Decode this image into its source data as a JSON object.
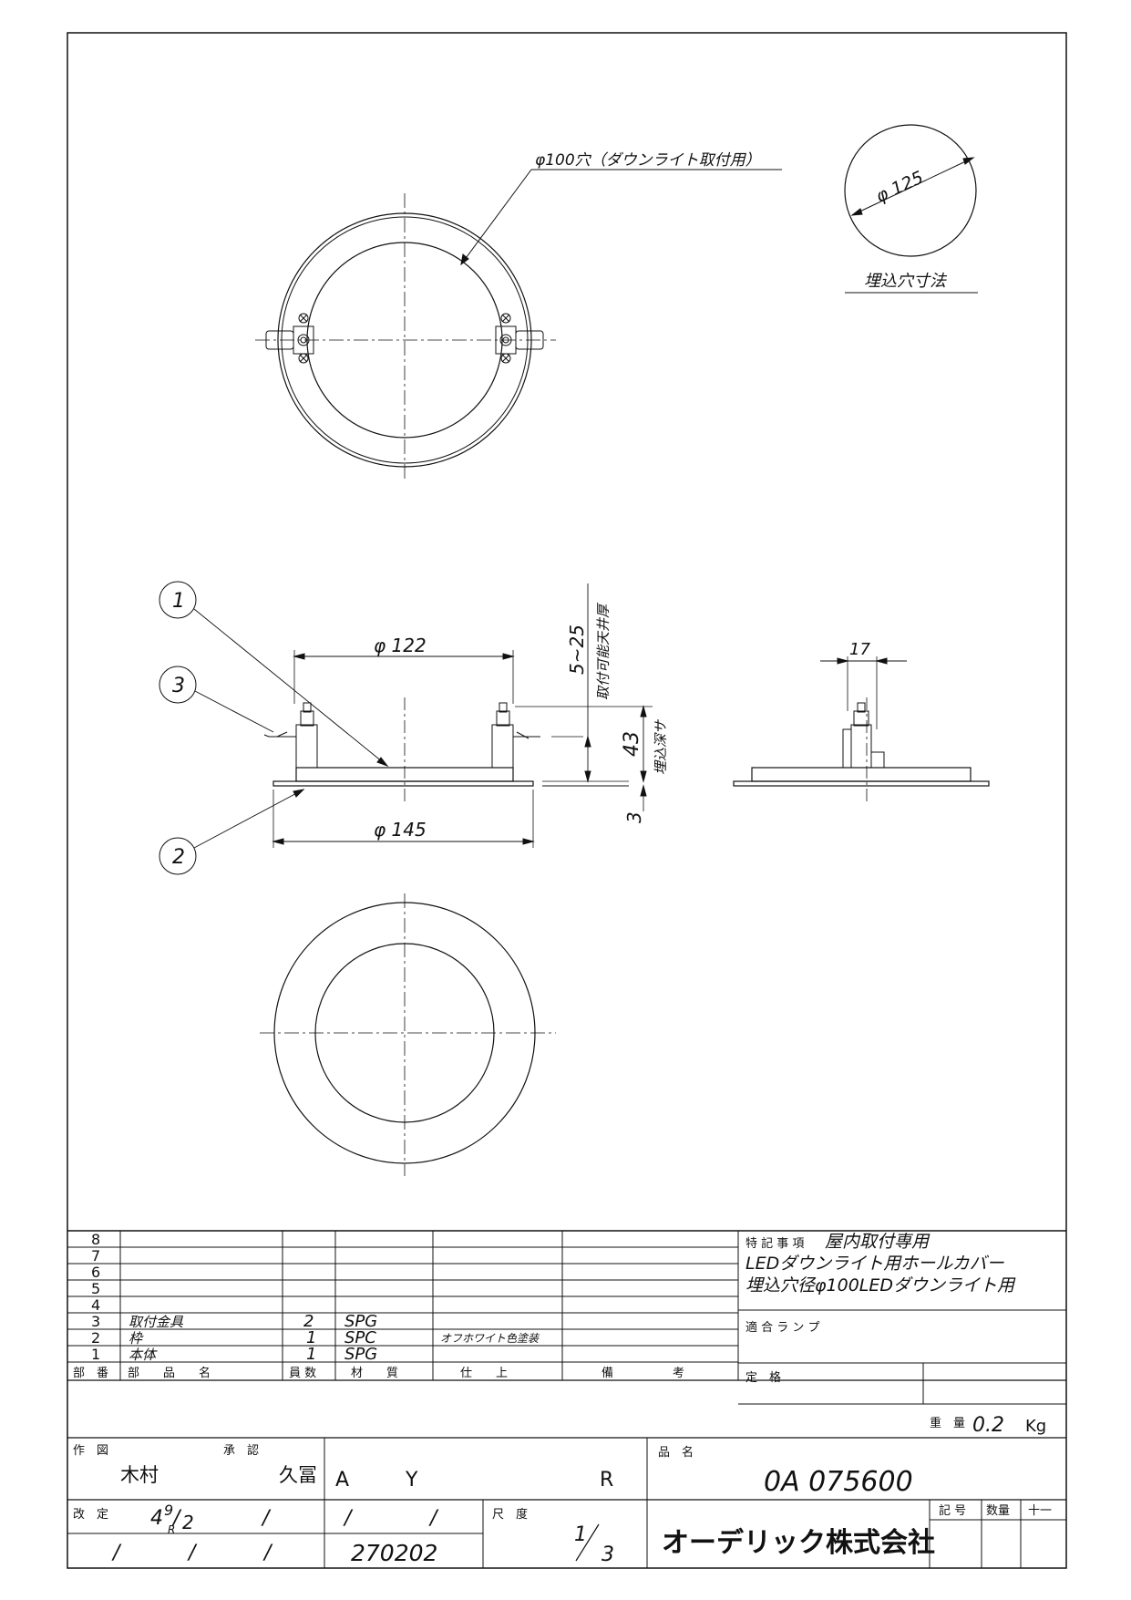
{
  "drawing": {
    "hole_label": "φ100穴（ダウンライト取付用）",
    "cutout_diameter": "φ 125",
    "cutout_title": "埋込穴寸法",
    "dim_122": "φ 122",
    "dim_145": "φ 145",
    "dim_5_25": "5~25",
    "dim_ceiling": "取付可能天井厚",
    "dim_43": "43",
    "dim_depth": "埋込深サ",
    "dim_3": "3",
    "dim_17": "17",
    "balloon_1": "1",
    "balloon_2": "2",
    "balloon_3": "3"
  },
  "parts_table": {
    "rows": [
      {
        "no": "8",
        "name": "",
        "qty": "",
        "material": "",
        "finish": "",
        "note": ""
      },
      {
        "no": "7",
        "name": "",
        "qty": "",
        "material": "",
        "finish": "",
        "note": ""
      },
      {
        "no": "6",
        "name": "",
        "qty": "",
        "material": "",
        "finish": "",
        "note": ""
      },
      {
        "no": "5",
        "name": "",
        "qty": "",
        "material": "",
        "finish": "",
        "note": ""
      },
      {
        "no": "4",
        "name": "",
        "qty": "",
        "material": "",
        "finish": "",
        "note": ""
      },
      {
        "no": "3",
        "name": "取付金具",
        "qty": "2",
        "material": "SPG",
        "finish": "",
        "note": ""
      },
      {
        "no": "2",
        "name": "枠",
        "qty": "1",
        "material": "SPC",
        "finish": "オフホワイト色塗装",
        "note": ""
      },
      {
        "no": "1",
        "name": "本体",
        "qty": "1",
        "material": "SPG",
        "finish": "",
        "note": ""
      }
    ],
    "headers": {
      "no": "部　番",
      "name": "部　　品　　名",
      "qty": "員 数",
      "material": "材　　質",
      "finish": "仕　　上",
      "note": "備　　　　　考"
    }
  },
  "specs": {
    "remarks_label": "特 記 事 項",
    "remarks_1": "屋内取付専用",
    "remarks_2": "LEDダウンライト用ホールカバー",
    "remarks_3": "埋込穴径φ100LEDダウンライト用",
    "lamp_label": "適 合 ラ ン プ",
    "rating_label": "定　格",
    "weight_label": "重　量",
    "weight_value": "0.2",
    "weight_unit": "Kg"
  },
  "title_block": {
    "drawn_label": "作　図",
    "drawn_by": "木村",
    "approved_label": "承　認",
    "approved_by": "久冨",
    "grade_a": "A",
    "grade_y": "Y",
    "grade_r": "R",
    "product_label": "品　名",
    "product_code": "0A  075600",
    "revision_label": "改　定",
    "revision_date_main": "4",
    "revision_date_num": "9",
    "revision_date_sub": "R",
    "revision_date_den": "2",
    "slash": "/",
    "drawing_number": "270202",
    "scale_label": "尺　度",
    "scale_num": "1",
    "scale_den": "3",
    "company": "オーデリック株式会社",
    "symbol_label": "記 号",
    "quantity_label": "数量",
    "sign_label": "十一"
  },
  "colors": {
    "line": "#111111",
    "paper": "#ffffff"
  }
}
